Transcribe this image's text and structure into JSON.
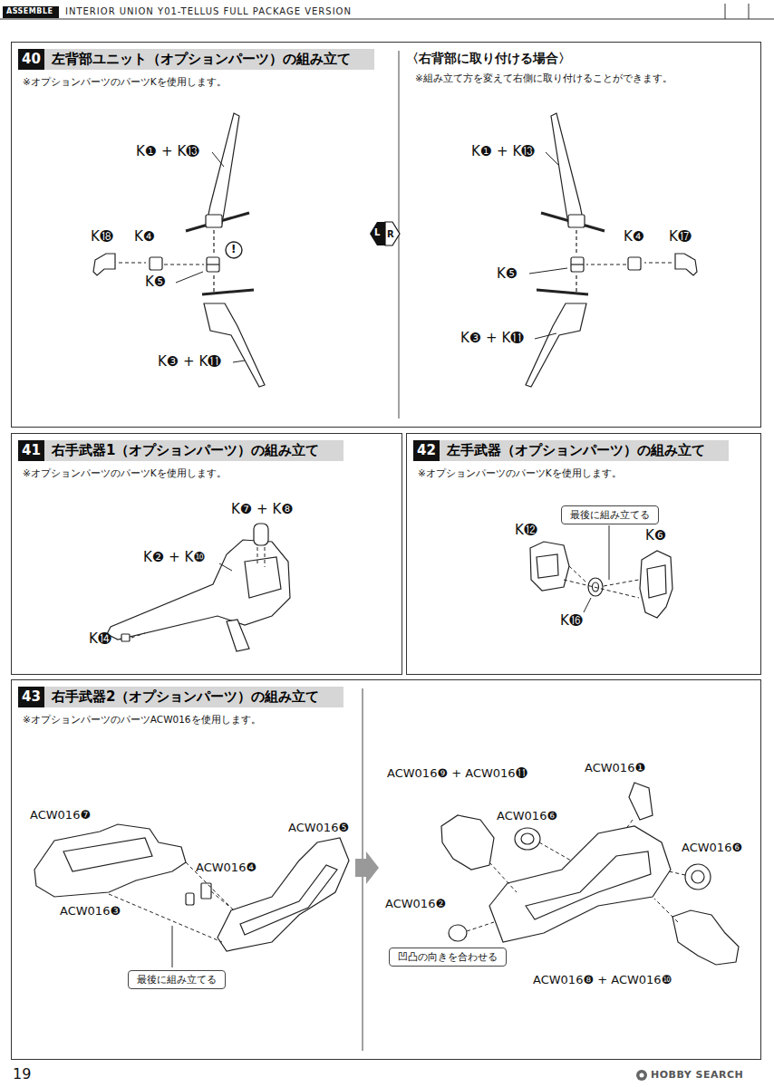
{
  "diagram": {
    "nodes": [
      {
        "text": [
          "40",
          "左背部ユニット（オプションパーツ）の組み立て",
          "※オプションパーツのパーツKを使用します。"
        ]
      },
      {
        "text": [
          "41",
          "右手武器1（オプションパーツ）の組み立て",
          "※オプションパーツのパーツKを使用します。"
        ]
      },
      {
        "text": [
          "42",
          "左手武器（オプションパーツ）の組み立て",
          "※オプションパーツのパーツKを使用します。"
        ]
      },
      {
        "text": [
          "最後に組み立てる"
        ],
        "in": 2
      },
      {
        "text": [
          "43",
          "右手武器2（オプションパーツ）の組み立て",
          "※オプションパーツのパーツACW016を使用します。"
        ]
      },
      {
        "text": [
          "最後に組み立てる"
        ],
        "in": 4
      },
      {
        "text": [
          "凹凸の向きを合わせる"
        ],
        "in": 4
      }
    ],
    "labels": [
      "ASSEMBLE",
      "INTERIOR UNION Y01-TELLUS FULL PACKAGE VERSION",
      "K❶ + K⓭",
      "K⓲",
      "K❹",
      "K❺",
      "!",
      "K❸ + K⓫",
      "L",
      "R",
      "〈右背部に取り付ける場合〉",
      "※組み立て方を変えて右側に取り付けることができます。",
      "K❶ + K⓭",
      "K❹",
      "K⓱",
      "K❺",
      "K❸ + K⓫",
      "K❼ + K❽",
      "K❷ + K❿",
      "K⓮",
      "K⓬",
      "K❻",
      "K⓰",
      "ACW016❼",
      "ACW016❺",
      "ACW016❹",
      "ACW016❸",
      "ACW016❾ + ACW016⓫",
      "ACW016❶",
      "ACW016❻",
      "ACW016❻",
      "ACW016❷",
      "ACW016❽ + ACW016❿",
      "19",
      "HOBBY SEARCH"
    ]
  }
}
